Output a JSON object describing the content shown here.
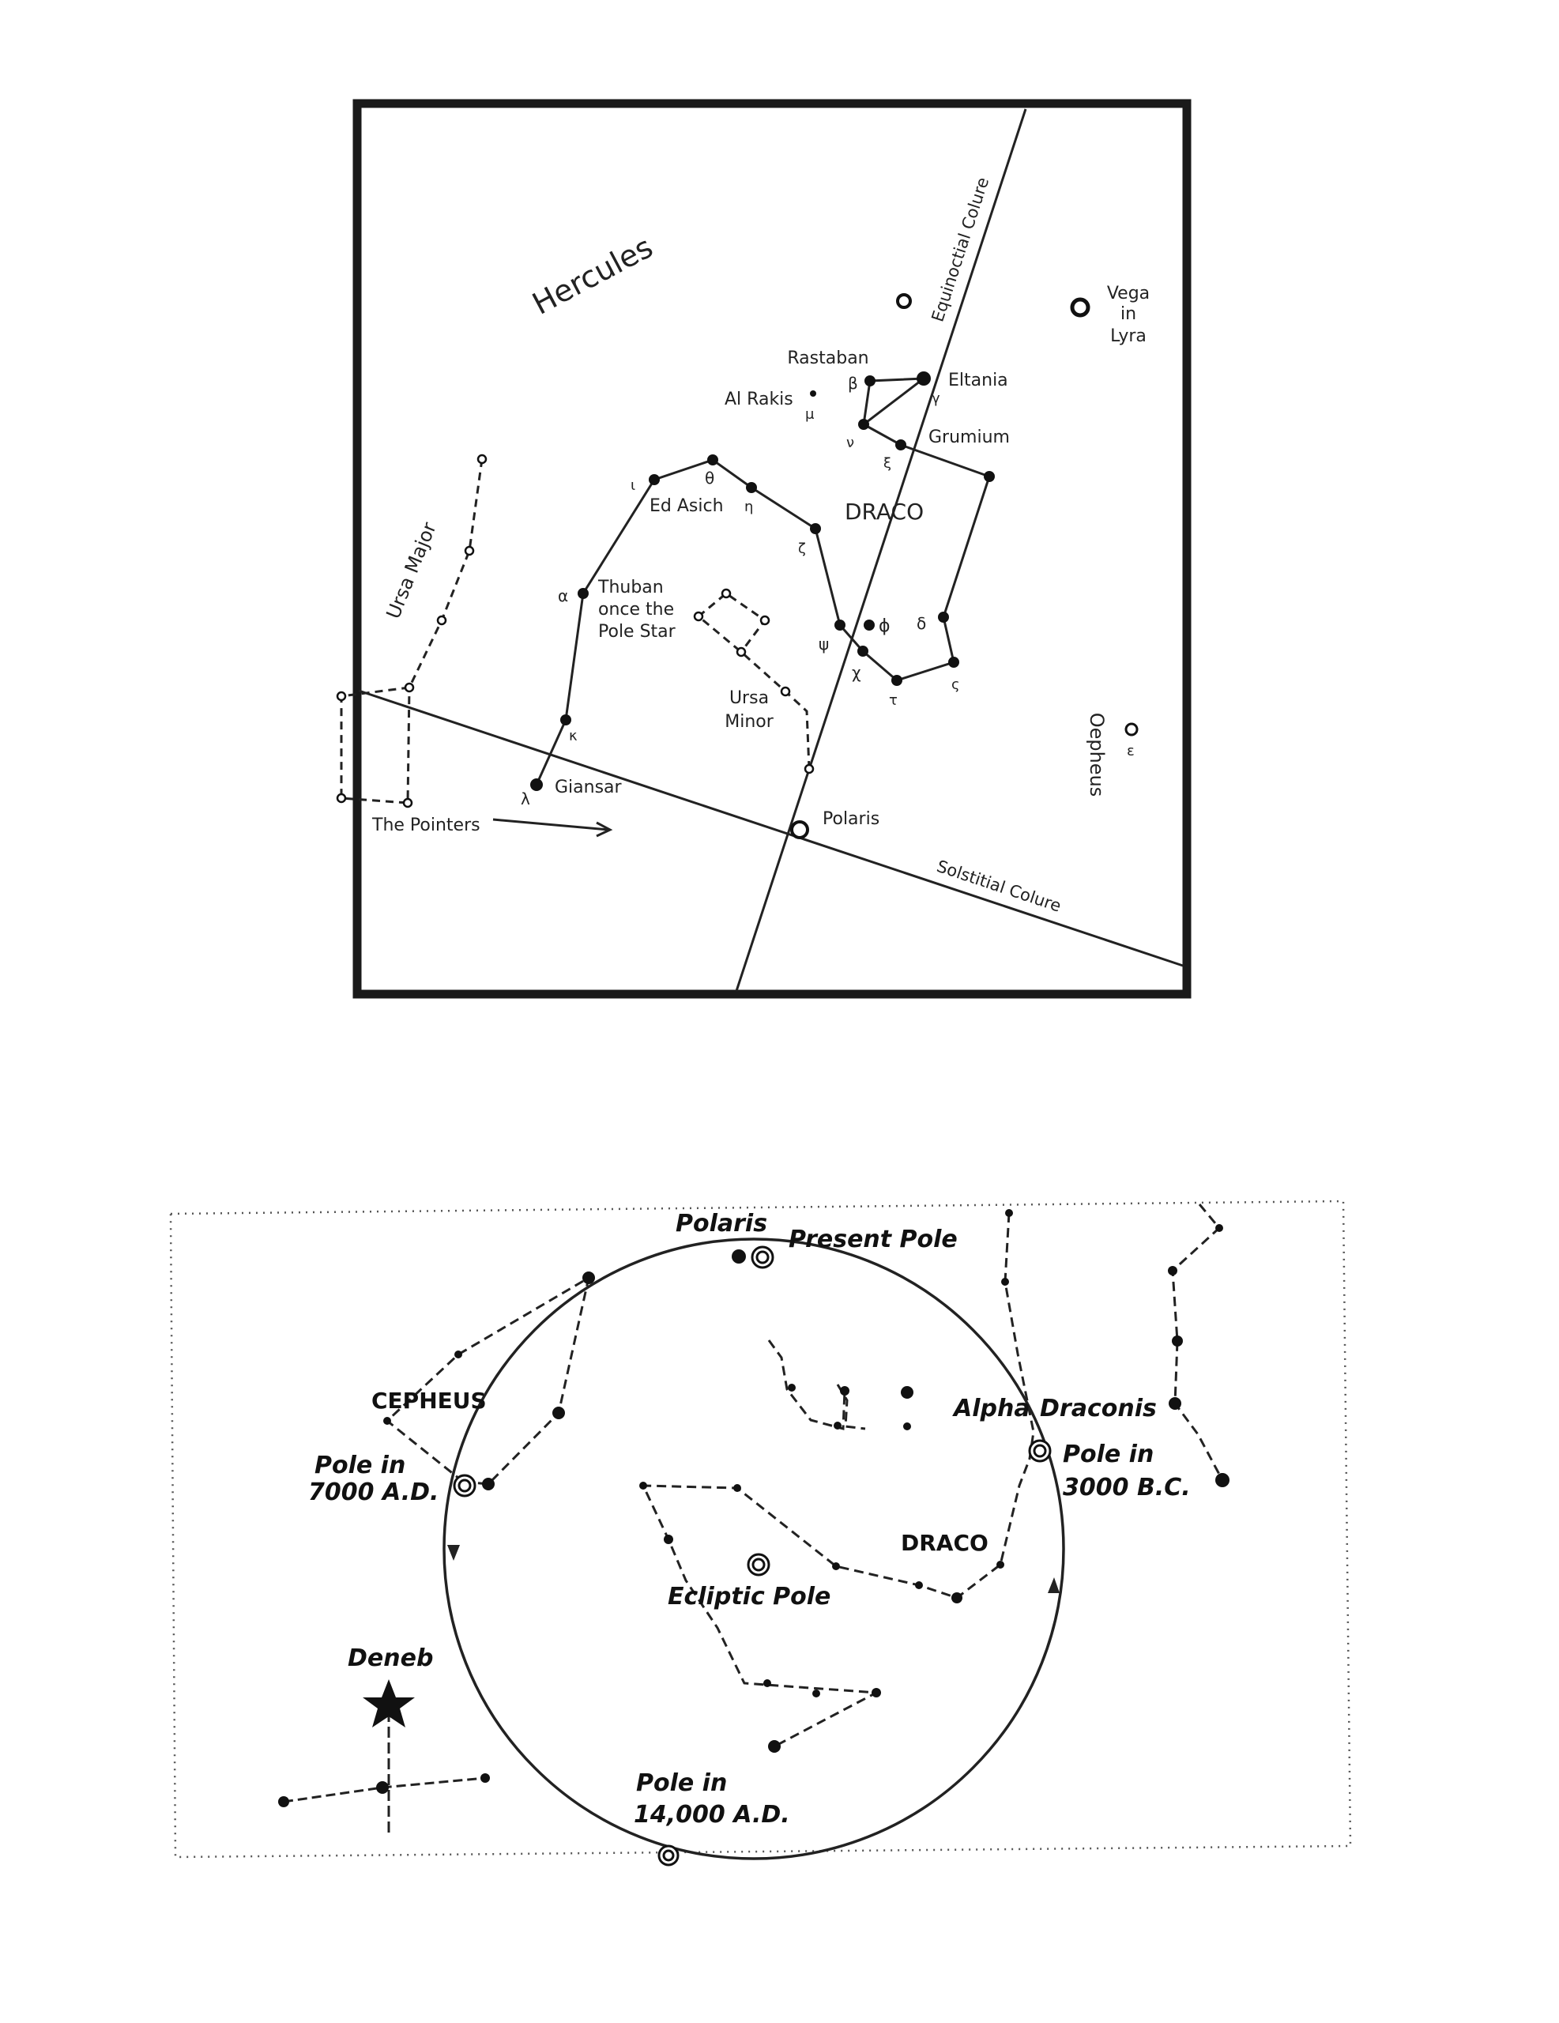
{
  "map_top": {
    "constellations": {
      "hercules": "Hercules",
      "draco": "DRACO",
      "ursa_major": "Ursa Major",
      "ursa_minor_line1": "Ursa",
      "ursa_minor_line2": "Minor",
      "cepheus": "Oepheus"
    },
    "stars": {
      "vega_1": "Vega",
      "vega_2": "in",
      "vega_3": "Lyra",
      "rastaban": "Rastaban",
      "eltania": "Eltania",
      "al_rakis": "Al Rakis",
      "grumium": "Grumium",
      "ed_asich": "Ed Asich",
      "thuban_1": "Thuban",
      "thuban_2": "once the",
      "thuban_3": "Pole Star",
      "giansar": "Giansar",
      "polaris": "Polaris",
      "pointers": "The Pointers"
    },
    "greek": {
      "beta": "β",
      "gamma": "γ",
      "mu": "μ",
      "nu": "ν",
      "xi": "ξ",
      "theta": "θ",
      "iota": "ι",
      "eta": "η",
      "zeta": "ζ",
      "alpha": "α",
      "psi": "ψ",
      "phi": "ϕ",
      "chi": "χ",
      "tau": "τ",
      "delta": "δ",
      "sigma": "ς",
      "kappa": "κ",
      "lambda": "λ",
      "epsilon": "ε"
    },
    "lines": {
      "equinoctial": "Equinoctial Colure",
      "solstitial": "Solstitial Colure"
    }
  },
  "map_bottom": {
    "labels": {
      "polaris": "Polaris",
      "present_pole": "Present Pole",
      "cepheus": "CEPHEUS",
      "pole_7000_1": "Pole in",
      "pole_7000_2": "7000 A.D.",
      "alpha": "Alpha",
      "draconis": "Draconis",
      "pole_3000_1": "Pole in",
      "pole_3000_2": "3000 B.C.",
      "draco": "DRACO",
      "ecliptic_pole": "Ecliptic Pole",
      "deneb": "Deneb",
      "pole_14000_1": "Pole in",
      "pole_14000_2": "14,000 A.D."
    }
  }
}
